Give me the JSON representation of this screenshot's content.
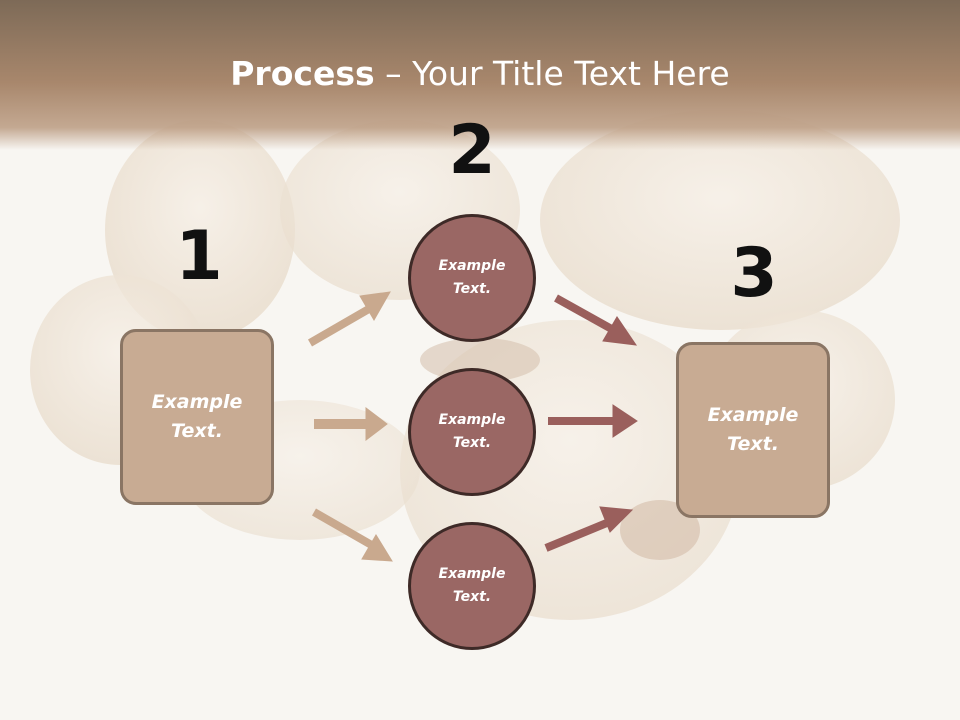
{
  "title": {
    "bold": "Process",
    "rest": " – Your Title Text Here"
  },
  "steps": [
    {
      "number": "1"
    },
    {
      "number": "2"
    },
    {
      "number": "3"
    }
  ],
  "left_box": {
    "line1": "Example",
    "line2": "Text."
  },
  "circles": [
    {
      "line1": "Example",
      "line2": "Text."
    },
    {
      "line1": "Example",
      "line2": "Text."
    },
    {
      "line1": "Example",
      "line2": "Text."
    }
  ],
  "right_box": {
    "line1": "Example",
    "line2": "Text."
  },
  "colors": {
    "title_bar": "#a8876c",
    "box_fill": "#c8ab93",
    "circle_fill": "#9a6764",
    "arrow_light": "#c9a98e",
    "arrow_dark": "#9a5f5c"
  }
}
